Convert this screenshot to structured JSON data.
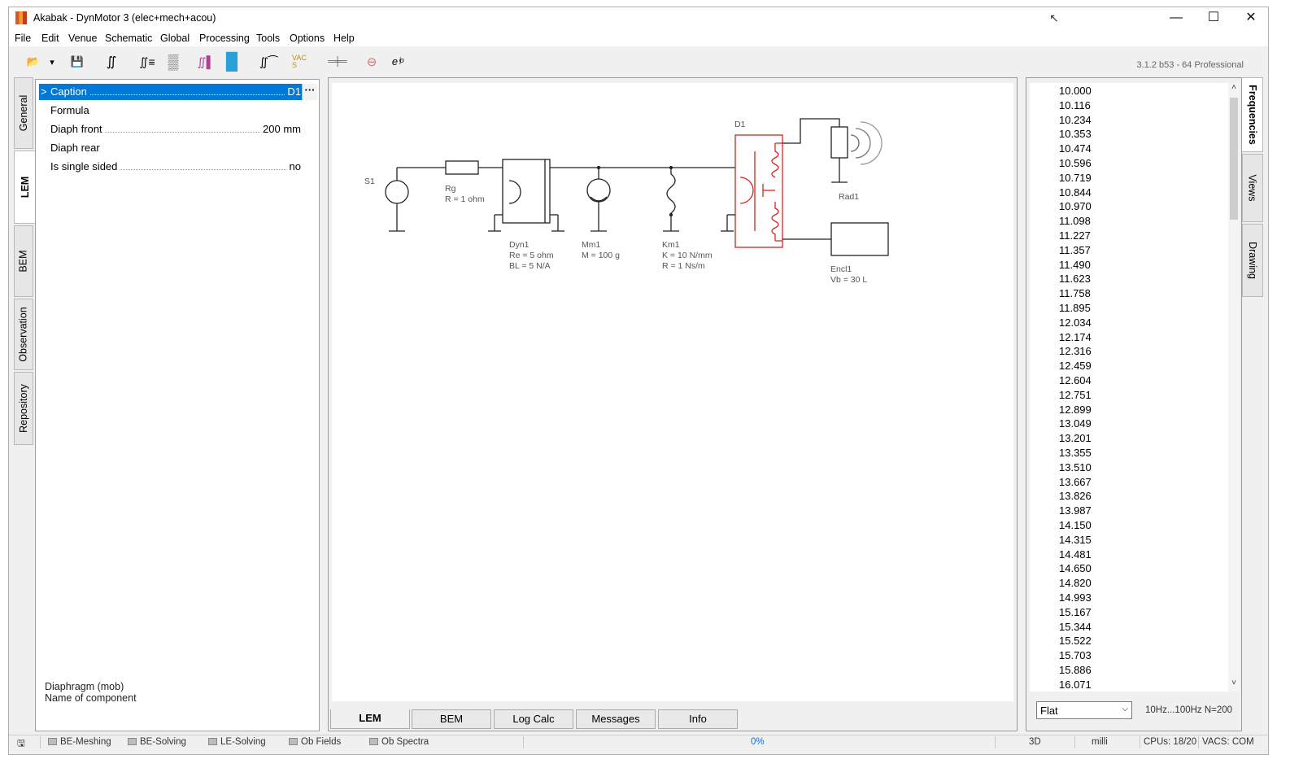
{
  "window": {
    "title": "Akabak - DynMotor 3 (elec+mech+acou)",
    "controls": {
      "minimize": "—",
      "maximize": "☐",
      "close": "✕"
    }
  },
  "menu": [
    "File",
    "Edit",
    "Venue",
    "Schematic",
    "Global",
    "Processing",
    "Tools",
    "Options",
    "Help"
  ],
  "toolbar": {
    "version": "3.1.2 b53 - 64 Professional",
    "buttons": [
      {
        "icon": "open-folder-icon",
        "glyph": "📂"
      },
      {
        "icon": "dropdown-arrow-icon",
        "glyph": "▾"
      },
      {
        "icon": "save-icon",
        "glyph": "💾"
      },
      {
        "icon": "integral-icon",
        "glyph": "∬"
      },
      {
        "icon": "integral-list-icon",
        "glyph": "∬≡"
      },
      {
        "icon": "mesh-icon",
        "glyph": "▒"
      },
      {
        "icon": "integral-bars-icon",
        "glyph": "∬▌"
      },
      {
        "icon": "color-map-icon",
        "glyph": "█"
      },
      {
        "icon": "integral-curve-icon",
        "glyph": "∬⁀"
      },
      {
        "icon": "vacs-icon",
        "glyph": "VACS"
      },
      {
        "icon": "capacitor-icon",
        "glyph": "═╪═"
      },
      {
        "icon": "probe-icon",
        "glyph": "⊖"
      },
      {
        "icon": "euler-formula-icon",
        "glyph": "eⁱᵖ"
      }
    ]
  },
  "left_tabs": [
    "General",
    "LEM",
    "BEM",
    "Observation",
    "Repository"
  ],
  "right_tabs": [
    "Frequencies",
    "Views",
    "Drawing"
  ],
  "properties": {
    "rows": [
      {
        "name": "Caption",
        "value": "D1",
        "selected": true,
        "prefix": ">",
        "ellipsis": "···"
      },
      {
        "name": "Formula",
        "value": ""
      },
      {
        "name": "Diaph front",
        "value": "200 mm"
      },
      {
        "name": "Diaph rear",
        "value": ""
      },
      {
        "name": "Is single sided",
        "value": "no"
      }
    ],
    "help_title": "Diaphragm (mob)",
    "help_desc": "Name of component"
  },
  "schematic": {
    "components": {
      "S1": {
        "name": "S1"
      },
      "Rg": {
        "name": "Rg",
        "p1": "R = 1 ohm"
      },
      "Dyn1": {
        "name": "Dyn1",
        "p1": "Re = 5 ohm",
        "p2": "BL = 5 N/A"
      },
      "Mm1": {
        "name": "Mm1",
        "p1": "M = 100 g"
      },
      "Km1": {
        "name": "Km1",
        "p1": "K = 10 N/mm",
        "p2": "R = 1 Ns/m"
      },
      "D1": {
        "name": "D1"
      },
      "Rad1": {
        "name": "Rad1"
      },
      "Encl1": {
        "name": "Encl1",
        "p1": "Vb = 30 L"
      }
    },
    "selected_color": "#e0201c"
  },
  "bottom_tabs": [
    "LEM",
    "BEM",
    "Log Calc",
    "Messages",
    "Info"
  ],
  "frequencies": {
    "values": [
      "10.000",
      "10.116",
      "10.234",
      "10.353",
      "10.474",
      "10.596",
      "10.719",
      "10.844",
      "10.970",
      "11.098",
      "11.227",
      "11.357",
      "11.490",
      "11.623",
      "11.758",
      "11.895",
      "12.034",
      "12.174",
      "12.316",
      "12.459",
      "12.604",
      "12.751",
      "12.899",
      "13.049",
      "13.201",
      "13.355",
      "13.510",
      "13.667",
      "13.826",
      "13.987",
      "14.150",
      "14.315",
      "14.481",
      "14.650",
      "14.820",
      "14.993",
      "15.167",
      "15.344",
      "15.522",
      "15.703",
      "15.886",
      "16.071"
    ],
    "scroll_up": "˄",
    "scroll_down": "˅",
    "distribution": "Flat",
    "range_text": "10Hz...100Hz  N=200"
  },
  "status": {
    "indicators": [
      "BE-Meshing",
      "BE-Solving",
      "LE-Solving",
      "Ob Fields",
      "Ob Spectra"
    ],
    "progress": "0%",
    "mode": "3D",
    "units": "milli",
    "cpus": "CPUs: 18/20",
    "vacs": "VACS: COM"
  }
}
